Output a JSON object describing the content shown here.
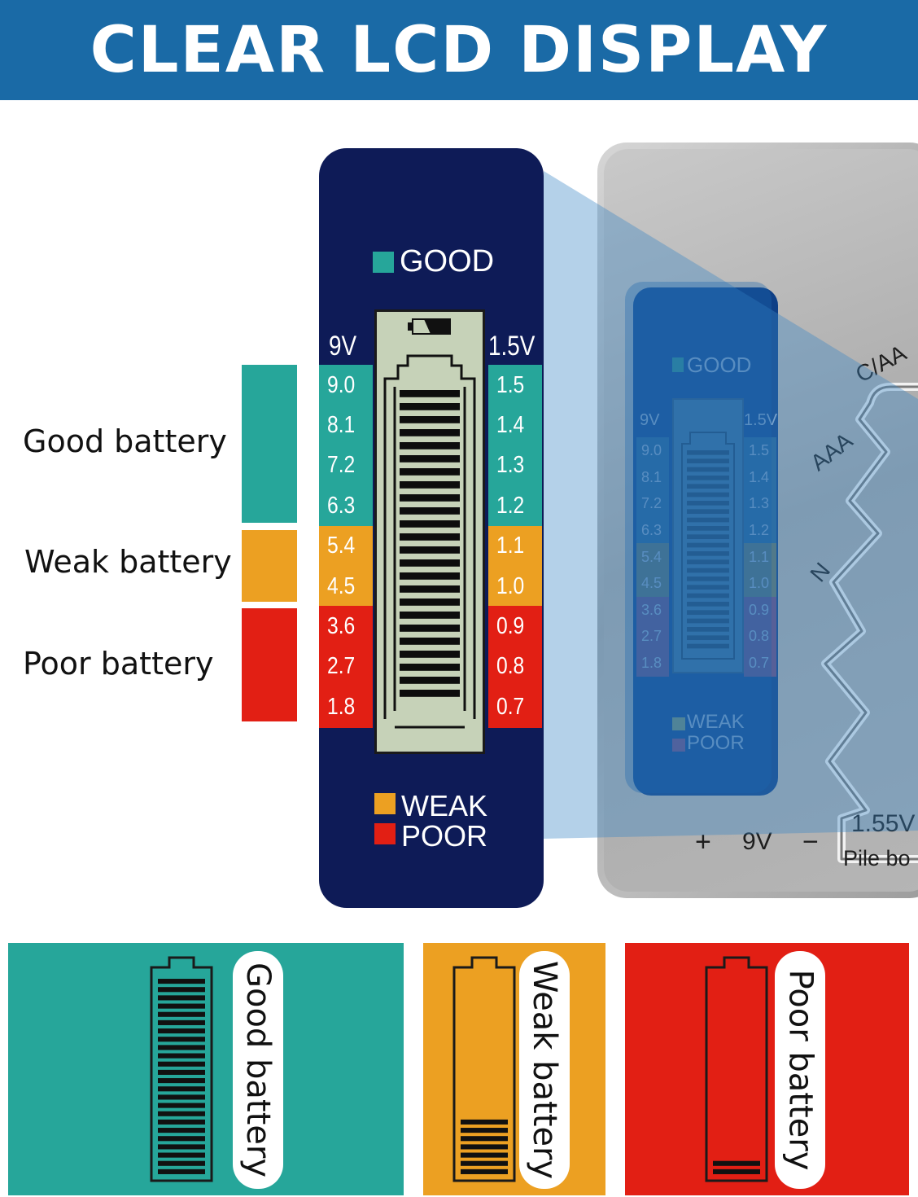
{
  "banner": {
    "title": "CLEAR LCD DISPLAY"
  },
  "colors": {
    "banner": "#1a6aa6",
    "good": "#26a69a",
    "weak": "#eca022",
    "poor": "#e21f14",
    "panel": "#0e1b57",
    "lcd": "#c6d2b8"
  },
  "legend": [
    {
      "label": "Good battery"
    },
    {
      "label": "Weak battery"
    },
    {
      "label": "Poor battery"
    }
  ],
  "panel": {
    "good_label": "GOOD",
    "left_header": "9V",
    "right_header": "1.5V",
    "left_scale": [
      "9.0",
      "8.1",
      "7.2",
      "6.3",
      "5.4",
      "4.5",
      "3.6",
      "2.7",
      "1.8"
    ],
    "right_scale": [
      "1.5",
      "1.4",
      "1.3",
      "1.2",
      "1.1",
      "1.0",
      "0.9",
      "0.8",
      "0.7"
    ],
    "weak_label": "WEAK",
    "poor_label": "POOR",
    "lcd_icon": "battery-icon"
  },
  "device": {
    "good_label": "GOOD",
    "left_header": "9V",
    "right_header": "1.5V",
    "left_scale": [
      "9.0",
      "8.1",
      "7.2",
      "6.3",
      "5.4",
      "4.5",
      "3.6",
      "2.7",
      "1.8"
    ],
    "right_scale": [
      "1.5",
      "1.4",
      "1.3",
      "1.2",
      "1.1",
      "1.0",
      "0.9",
      "0.8",
      "0.7"
    ],
    "weak_label": "WEAK",
    "poor_label": "POOR",
    "slot_caa": "C/AA",
    "slot_aaa": "AAA",
    "slot_n": "N",
    "plus": "+",
    "nine_v": "9V",
    "minus": "−",
    "volt_155": "1.55V",
    "pile_bo": "Pile bo"
  },
  "cards": [
    {
      "label": "Good battery",
      "level": 1.0
    },
    {
      "label": "Weak battery",
      "level": 0.3
    },
    {
      "label": "Poor battery",
      "level": 0.1
    }
  ]
}
